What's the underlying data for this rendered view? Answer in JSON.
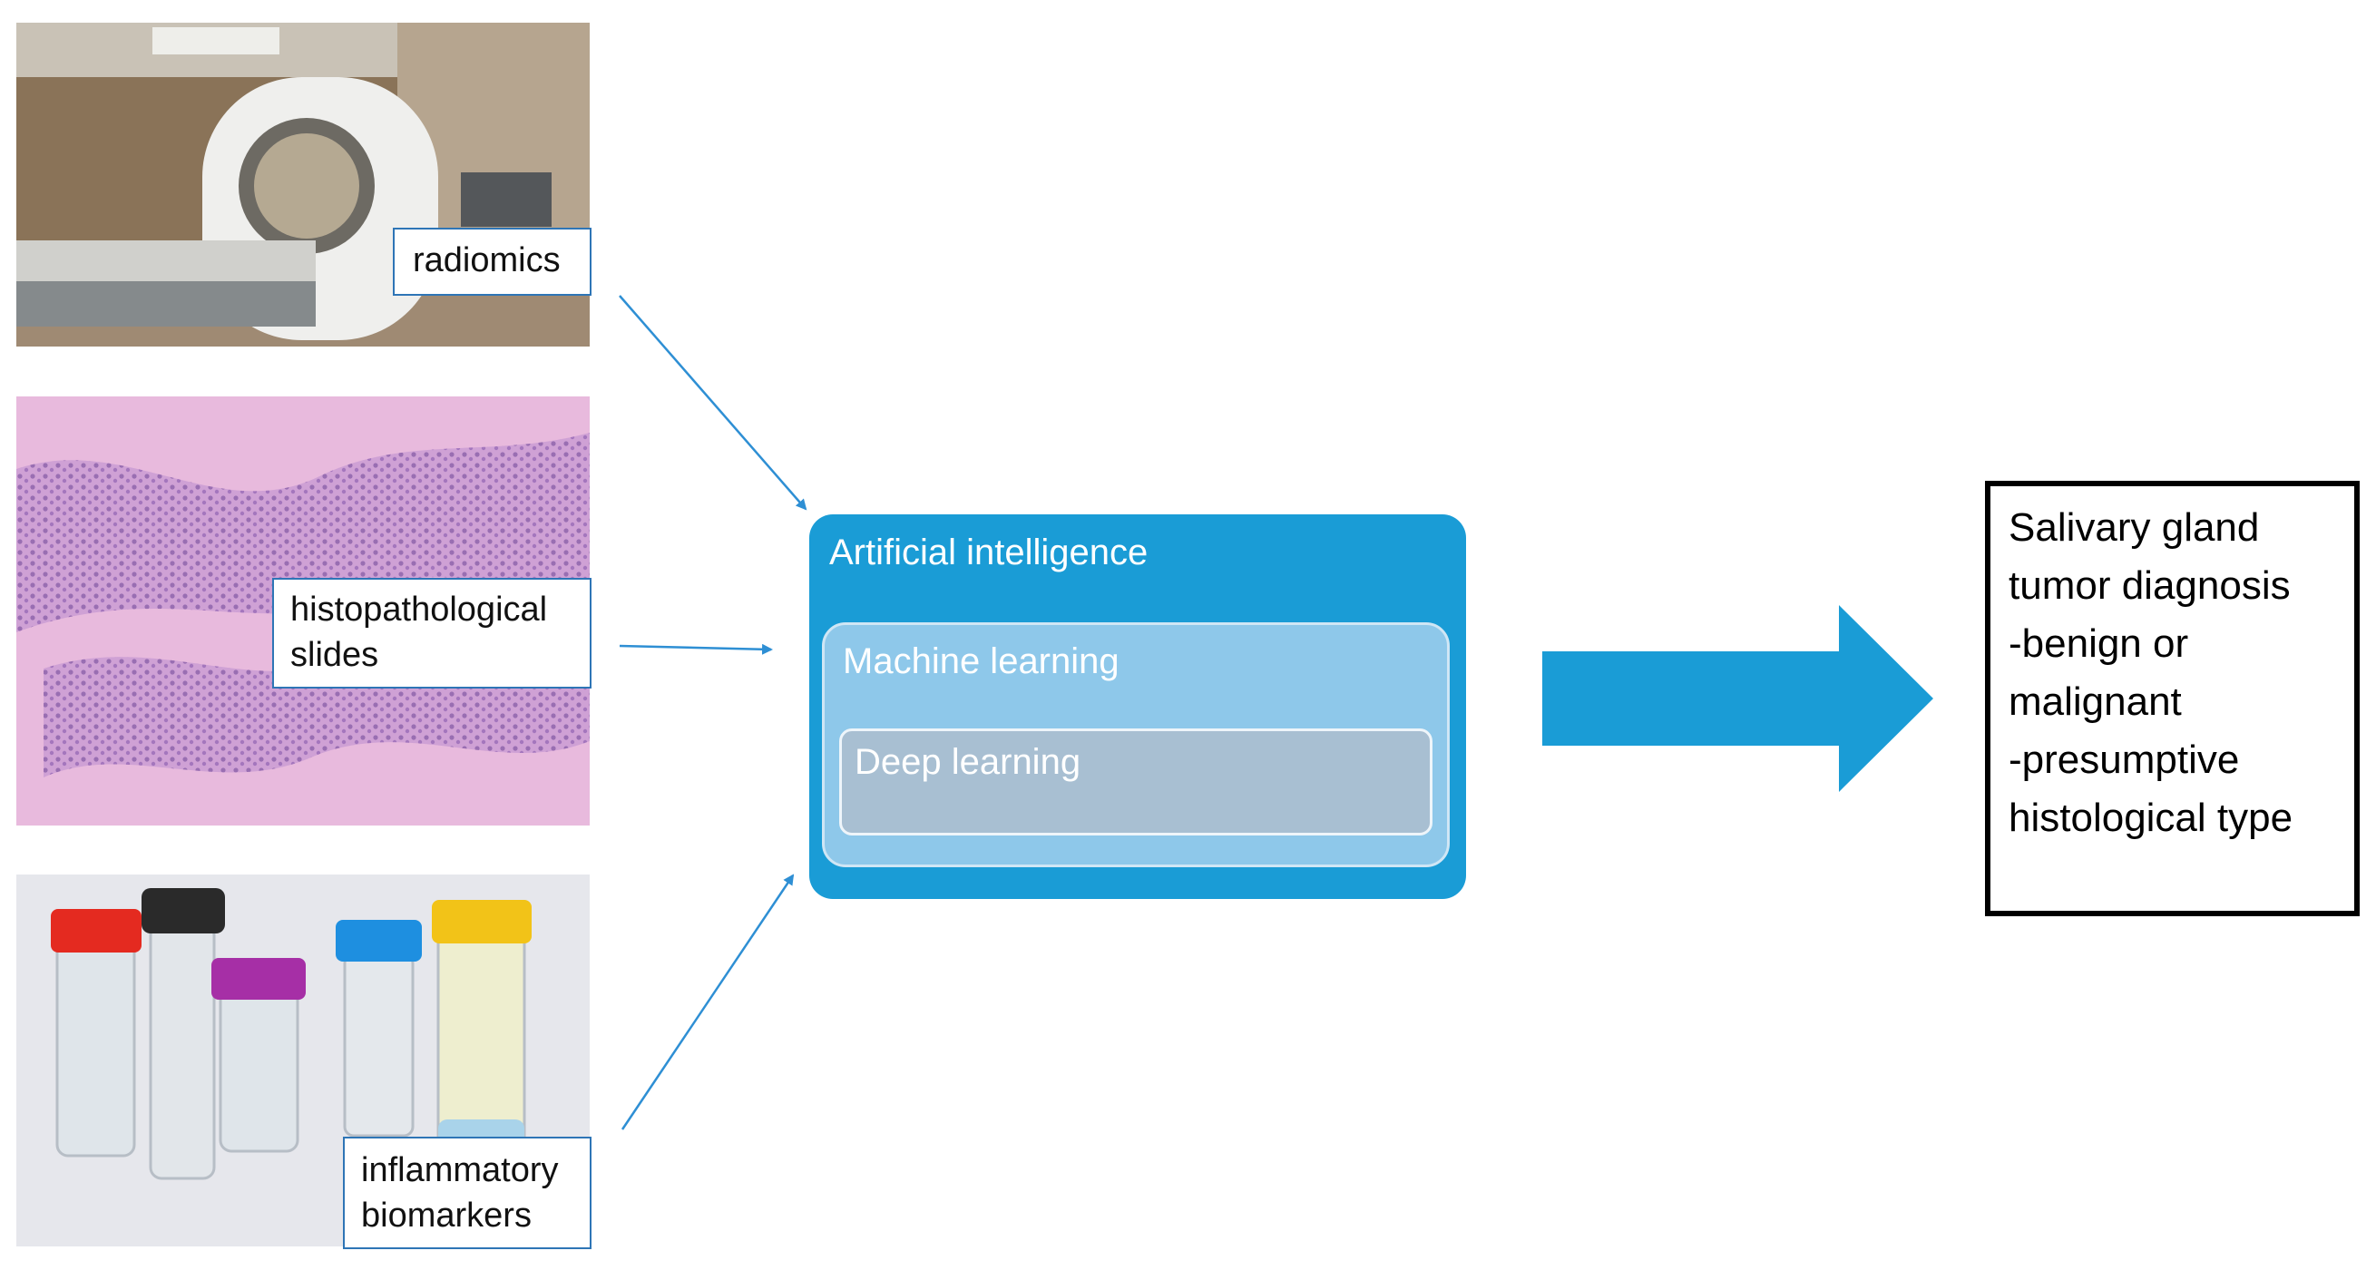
{
  "inputs": {
    "radiomics": "radiomics",
    "histo_line1": "histopathological",
    "histo_line2": "slides",
    "biomarkers_line1": "inflammatory",
    "biomarkers_line2": "biomarkers"
  },
  "ai": {
    "title": "Artificial intelligence",
    "machine_learning": "Machine learning",
    "deep_learning": "Deep learning"
  },
  "result": {
    "lines": [
      "Salivary gland",
      "tumor diagnosis",
      "-benign or",
      "malignant",
      "-presumptive",
      "histological type"
    ]
  },
  "colors": {
    "ai_box": "#1a9cd6",
    "ml_box": "#8ec8ea",
    "dl_box": "#a8bfd2",
    "arrow": "#1a9cd6",
    "connector": "#2e8fd4",
    "label_border": "#2e75b6"
  }
}
